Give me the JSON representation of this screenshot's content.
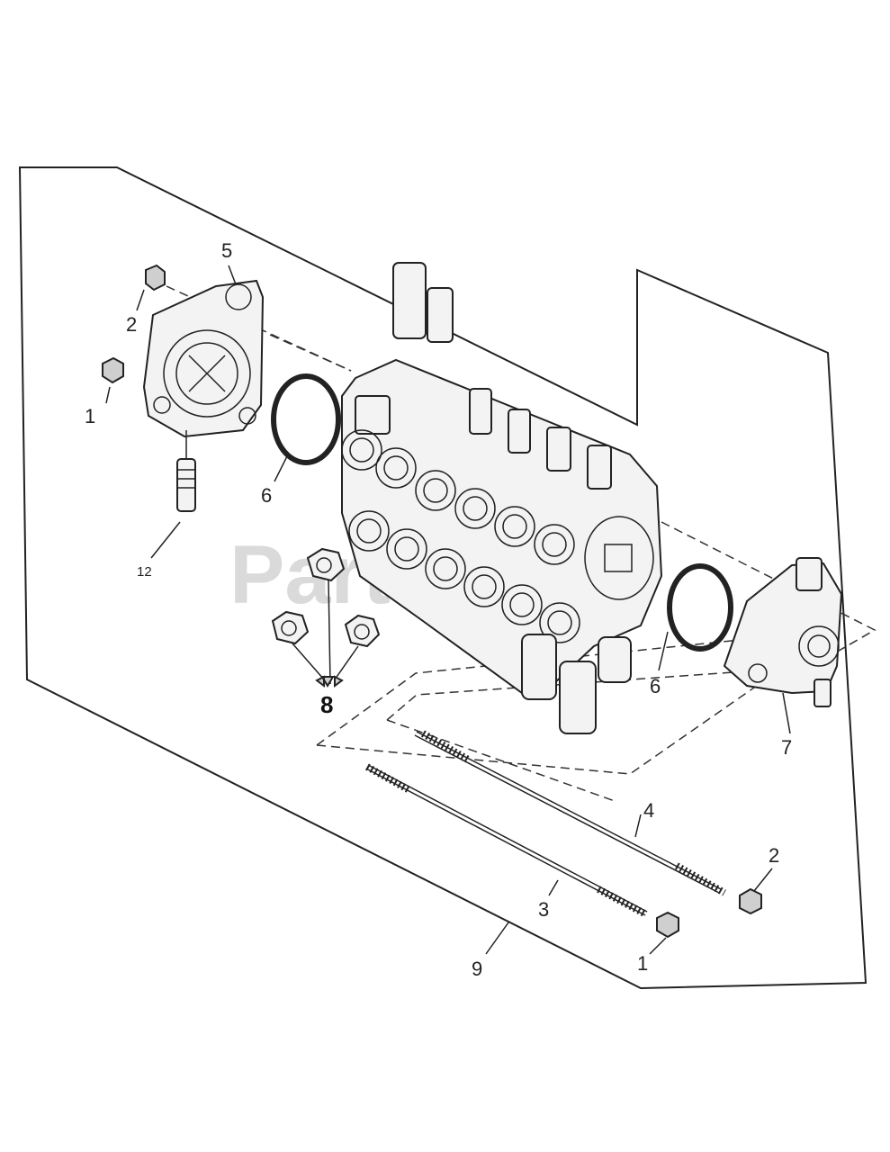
{
  "watermark": "PartsTree",
  "callouts": {
    "nut_top_left": "1",
    "cap_nut_top_left": "2",
    "manifold_left": "5",
    "oring_left": "6",
    "fitting_12": "12",
    "plugs": "8",
    "oring_right": "6",
    "manifold_right": "7",
    "rod_4": "4",
    "rod_3": "3",
    "kit_9": "9",
    "cap_nut_bottom": "2",
    "nut_bottom": "1"
  }
}
